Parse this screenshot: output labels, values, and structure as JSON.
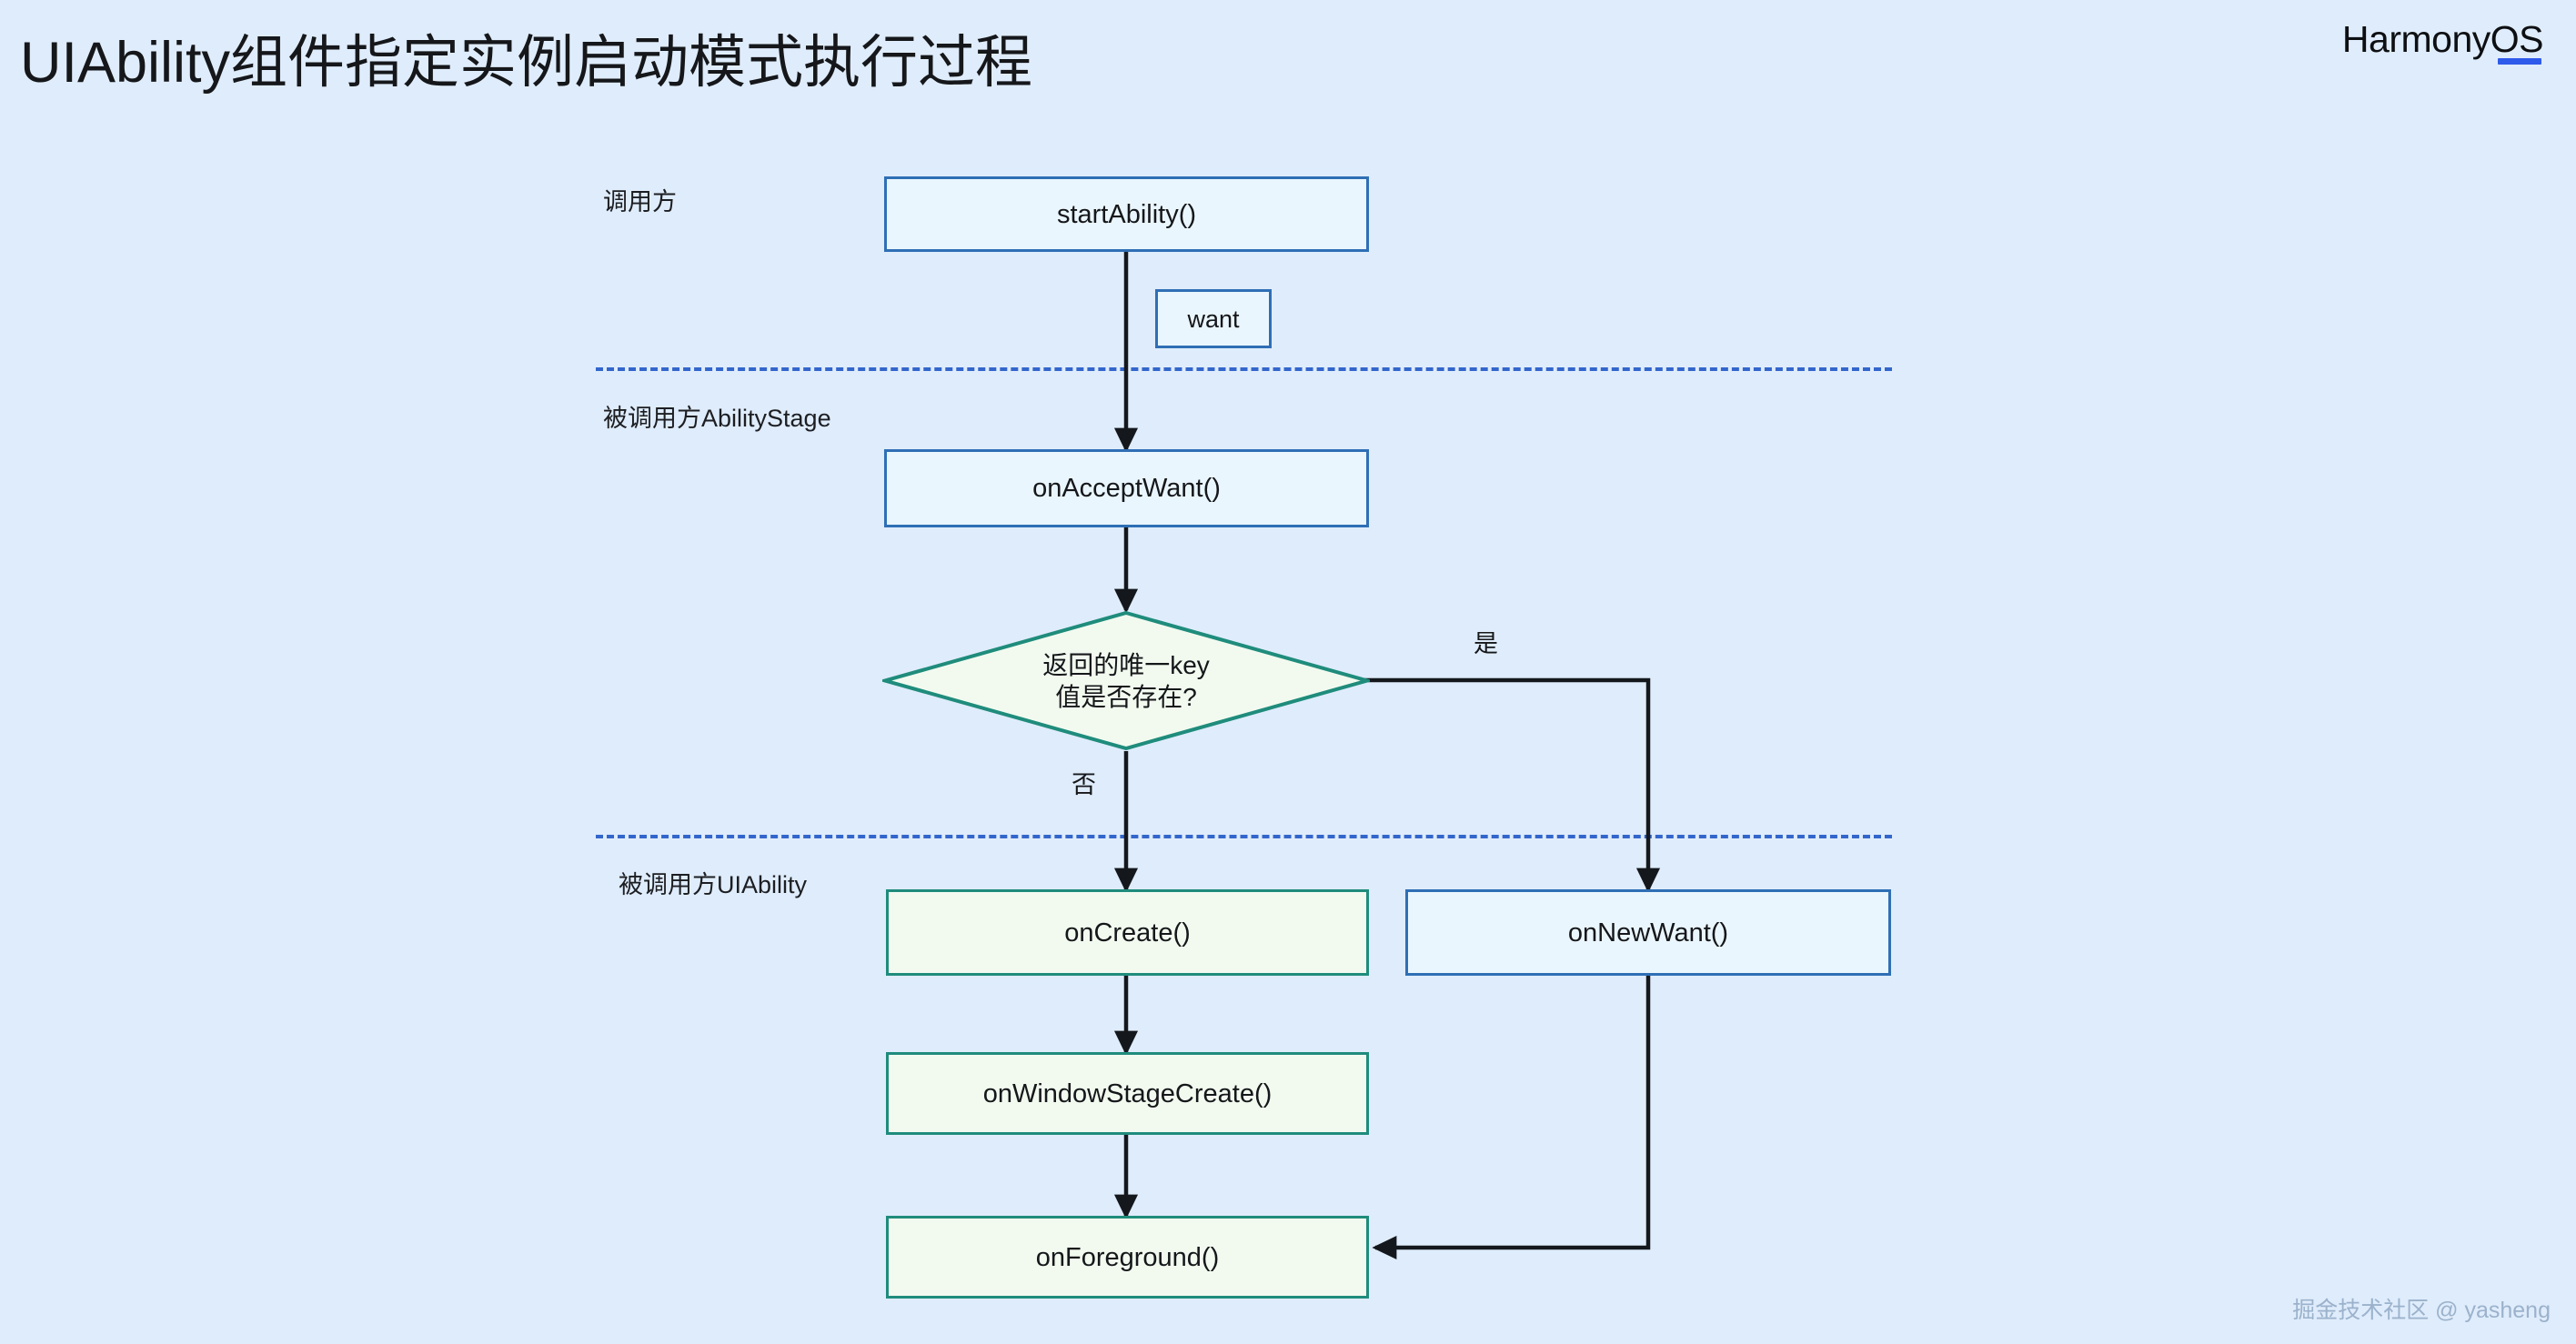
{
  "page": {
    "title": "UIAbility组件指定实例启动模式执行过程",
    "background_color": "#dfecfb",
    "watermark": "掘金技术社区 @ yasheng"
  },
  "brand": {
    "name_main": "Harmony",
    "name_os": "OS",
    "accent_color": "#2f5bea"
  },
  "lanes": [
    {
      "id": "caller",
      "label": "调用方"
    },
    {
      "id": "callee-abilitystage",
      "label": "被调用方AbilityStage"
    },
    {
      "id": "callee-uiability",
      "label": "被调用方UIAbility"
    }
  ],
  "dividers": [
    {
      "id": "divider-top",
      "color": "#3366cc",
      "style": "dashed"
    },
    {
      "id": "divider-bottom",
      "color": "#3366cc",
      "style": "dashed"
    }
  ],
  "nodes": [
    {
      "id": "start-ability",
      "label": "startAbility()",
      "shape": "rect",
      "theme": "blue",
      "lane": "caller"
    },
    {
      "id": "want",
      "label": "want",
      "shape": "rect",
      "theme": "blue",
      "lane": "caller"
    },
    {
      "id": "on-accept-want",
      "label": "onAcceptWant()",
      "shape": "rect",
      "theme": "blue",
      "lane": "callee-abilitystage"
    },
    {
      "id": "key-decision",
      "label": "返回的唯一key\n值是否存在?",
      "shape": "diamond",
      "theme": "green",
      "lane": "callee-abilitystage"
    },
    {
      "id": "on-create",
      "label": "onCreate()",
      "shape": "rect",
      "theme": "green",
      "lane": "callee-uiability"
    },
    {
      "id": "on-new-want",
      "label": "onNewWant()",
      "shape": "rect",
      "theme": "blue",
      "lane": "callee-uiability"
    },
    {
      "id": "on-window-stage-create",
      "label": "onWindowStageCreate()",
      "shape": "rect",
      "theme": "green",
      "lane": "callee-uiability"
    },
    {
      "id": "on-foreground",
      "label": "onForeground()",
      "shape": "rect",
      "theme": "green",
      "lane": "callee-uiability"
    }
  ],
  "edges": [
    {
      "from": "start-ability",
      "to": "on-accept-want",
      "label": ""
    },
    {
      "from": "on-accept-want",
      "to": "key-decision",
      "label": ""
    },
    {
      "from": "key-decision",
      "to": "on-new-want",
      "label": "是"
    },
    {
      "from": "key-decision",
      "to": "on-create",
      "label": "否"
    },
    {
      "from": "on-create",
      "to": "on-window-stage-create",
      "label": ""
    },
    {
      "from": "on-window-stage-create",
      "to": "on-foreground",
      "label": ""
    },
    {
      "from": "on-new-want",
      "to": "on-foreground",
      "label": ""
    }
  ],
  "edge_labels": {
    "yes": "是",
    "no": "否"
  },
  "colors": {
    "blue_border": "#2f6fb5",
    "blue_fill": "#eaf6fd",
    "green_border": "#1f8c7c",
    "green_fill": "#f2faef",
    "arrow": "#14181c",
    "divider": "#3366cc"
  }
}
